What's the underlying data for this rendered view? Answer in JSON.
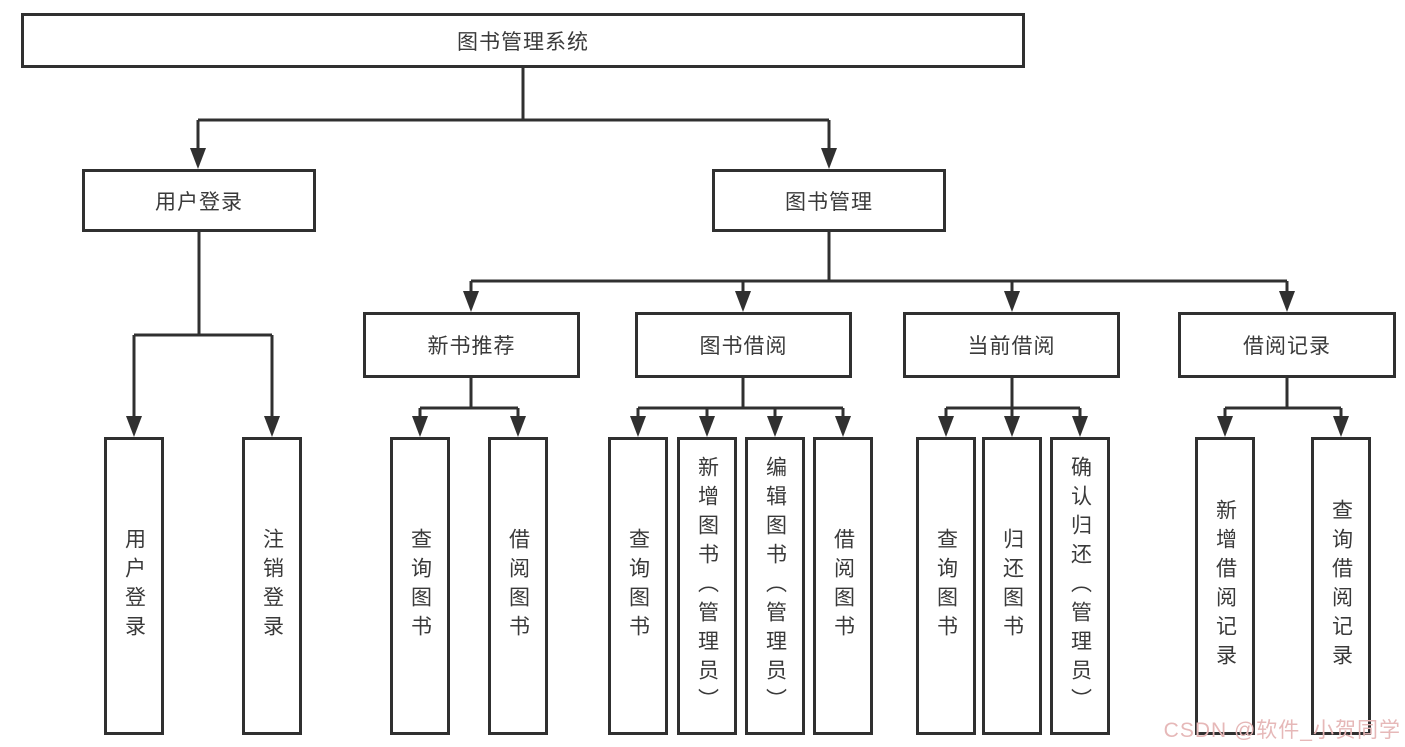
{
  "diagram": {
    "nodes": {
      "root": "图书管理系统",
      "user_login": "用户登录",
      "book_mgmt": "图书管理",
      "new_book_rec": "新书推荐",
      "book_borrow": "图书借阅",
      "current_borrow": "当前借阅",
      "borrow_records": "借阅记录",
      "login": "用户登录",
      "logout": "注销登录",
      "rec_query": "查询图书",
      "rec_borrow": "借阅图书",
      "bb_query": "查询图书",
      "bb_add": "新增图书（管理员）",
      "bb_edit": "编辑图书（管理员）",
      "bb_borrow": "借阅图书",
      "cb_query": "查询图书",
      "cb_return": "归还图书",
      "cb_confirm": "确认归还（管理员）",
      "br_add": "新增借阅记录",
      "br_query": "查询借阅记录"
    },
    "structure": {
      "图书管理系统": {
        "用户登录": [
          "用户登录",
          "注销登录"
        ],
        "图书管理": {
          "新书推荐": [
            "查询图书",
            "借阅图书"
          ],
          "图书借阅": [
            "查询图书",
            "新增图书（管理员）",
            "编辑图书（管理员）",
            "借阅图书"
          ],
          "当前借阅": [
            "查询图书",
            "归还图书",
            "确认归还（管理员）"
          ],
          "借阅记录": [
            "新增借阅记录",
            "查询借阅记录"
          ]
        }
      }
    },
    "colors": {
      "line": "#303030",
      "text": "#3a3a3a",
      "watermark": "#e6b8b8",
      "background": "#ffffff"
    }
  },
  "watermark": "CSDN @软件_小贺同学"
}
